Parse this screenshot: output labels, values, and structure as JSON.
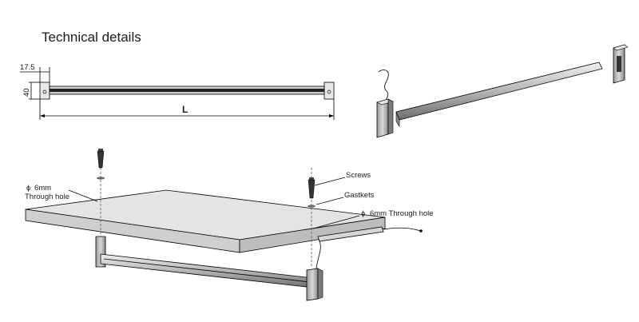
{
  "title": "Technical details",
  "dimensions": {
    "offset": "17.5",
    "height": "40",
    "length": "L"
  },
  "labels": {
    "screws": "Screws",
    "gaskets": "Gastkets",
    "hole_left_line1": "6mm",
    "hole_left_line2": "Through hole",
    "hole_right": "6mm  Through hole",
    "phi": "ϕ"
  },
  "colors": {
    "line": "#000000",
    "bar_light": "#d9d9d9",
    "bar_mid": "#a8a8a8",
    "bar_dark": "#555555",
    "shelf_top": "#e6e6e6",
    "shelf_side": "#cfcfcf"
  }
}
